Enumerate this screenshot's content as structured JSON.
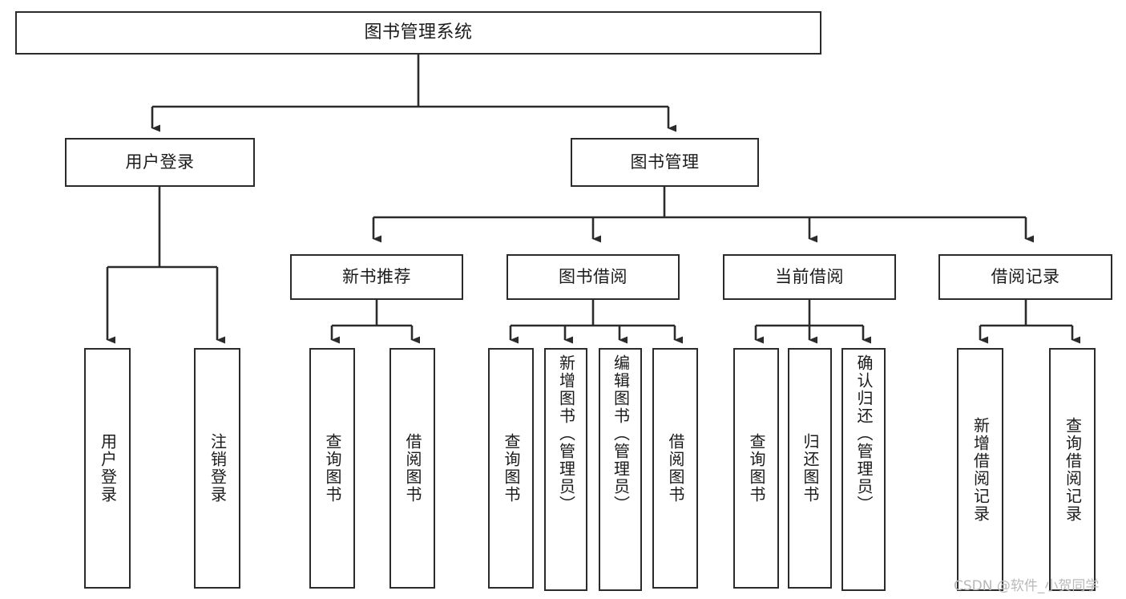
{
  "diagram": {
    "type": "tree",
    "title": "图书管理系统",
    "orientation": "top-down",
    "colors": {
      "stroke": "#2b2b2b",
      "fill": "#ffffff",
      "text": "#1b1b1b",
      "watermark": "#b9b9b9"
    },
    "nodes": {
      "root": {
        "label": "图书管理系统"
      },
      "level1": [
        {
          "id": "user-login",
          "label": "用户登录"
        },
        {
          "id": "book-management",
          "label": "图书管理"
        }
      ],
      "level2": [
        {
          "id": "new-book-recommend",
          "label": "新书推荐",
          "parent": "book-management"
        },
        {
          "id": "book-borrow",
          "label": "图书借阅",
          "parent": "book-management"
        },
        {
          "id": "current-borrow",
          "label": "当前借阅",
          "parent": "book-management"
        },
        {
          "id": "borrow-record",
          "label": "借阅记录",
          "parent": "book-management"
        }
      ],
      "leaves": [
        {
          "id": "leaf-user-login",
          "label": "用户登录",
          "parent": "user-login"
        },
        {
          "id": "leaf-logout",
          "label": "注销登录",
          "parent": "user-login"
        },
        {
          "id": "leaf-query-book-1",
          "label": "查询图书",
          "parent": "new-book-recommend"
        },
        {
          "id": "leaf-borrow-book-1",
          "label": "借阅图书",
          "parent": "new-book-recommend"
        },
        {
          "id": "leaf-query-book-2",
          "label": "查询图书",
          "parent": "book-borrow"
        },
        {
          "id": "leaf-add-book",
          "label": "新增图书（管理员）",
          "parent": "book-borrow"
        },
        {
          "id": "leaf-edit-book",
          "label": "编辑图书（管理员）",
          "parent": "book-borrow"
        },
        {
          "id": "leaf-borrow-book-2",
          "label": "借阅图书",
          "parent": "book-borrow"
        },
        {
          "id": "leaf-query-book-3",
          "label": "查询图书",
          "parent": "current-borrow"
        },
        {
          "id": "leaf-return-book",
          "label": "归还图书",
          "parent": "current-borrow"
        },
        {
          "id": "leaf-confirm-return",
          "label": "确认归还（管理员）",
          "parent": "current-borrow"
        },
        {
          "id": "leaf-add-record",
          "label": "新增借阅记录",
          "parent": "borrow-record"
        },
        {
          "id": "leaf-query-record",
          "label": "查询借阅记录",
          "parent": "borrow-record"
        }
      ]
    },
    "watermark": "CSDN @软件_小贺同学"
  }
}
